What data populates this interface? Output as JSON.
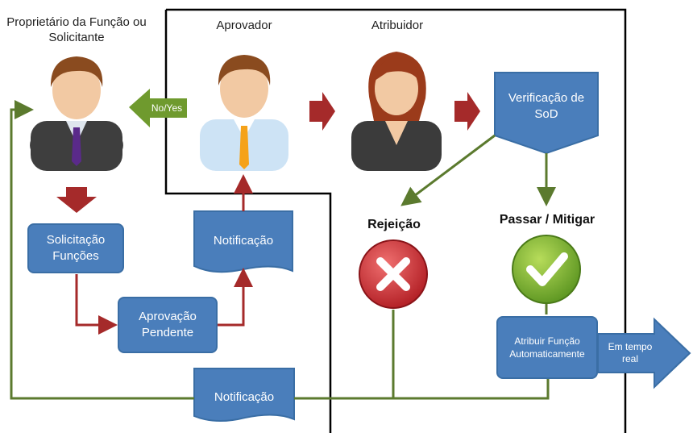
{
  "actors": {
    "owner": "Proprietário da Função ou Solicitante",
    "approver": "Aprovador",
    "assigner": "Atribuidor"
  },
  "flow": {
    "no_yes": "No/Yes",
    "request": "Solicitação Funções",
    "pending": "Aprovação Pendente",
    "notification_top": "Notificação",
    "sod_check": "Verificação de SoD",
    "rejection": "Rejeição",
    "pass_mitigate": "Passar / Mitigar",
    "auto_assign": "Atribuir Função Automaticamente",
    "realtime": "Em tempo real",
    "notification_bottom": "Notificação"
  },
  "colors": {
    "box_blue": "#4a7ebb",
    "arrow_red": "#a52a2a",
    "line_green": "#5b7a2e",
    "reject_red": "#c0282d",
    "pass_green": "#6aa12a"
  }
}
